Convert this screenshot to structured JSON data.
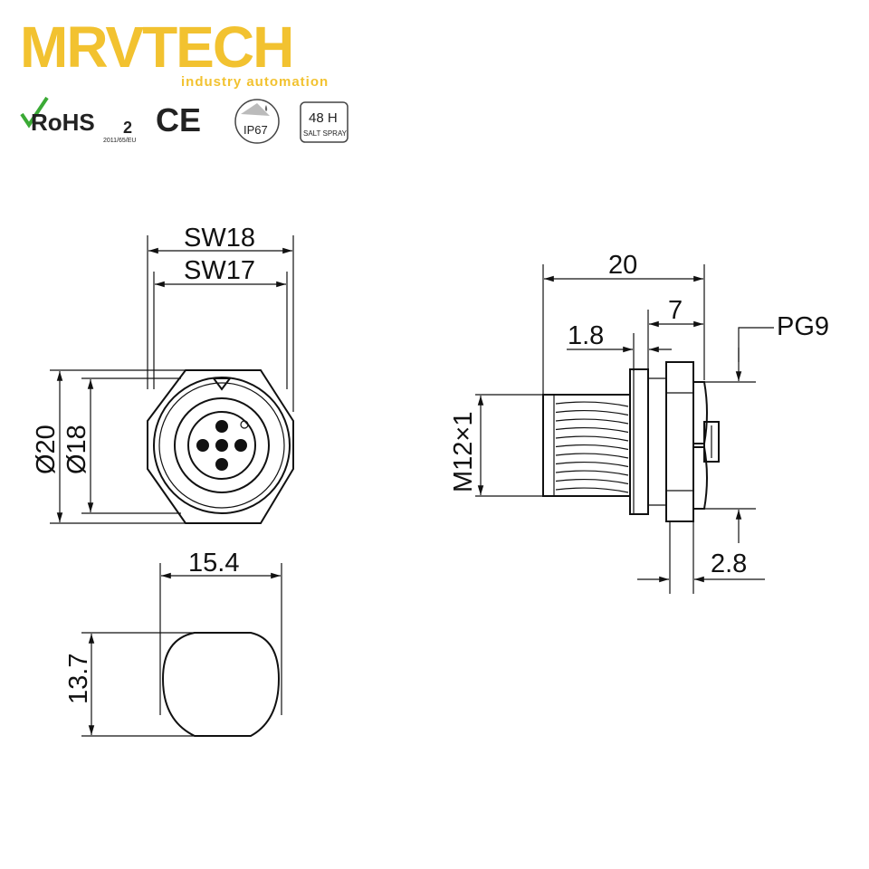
{
  "brand": {
    "name": "MRVTECH",
    "tagline": "industry automation"
  },
  "certifications": {
    "rohs": "RoHS",
    "rohs_sub": "2",
    "rohs_directive": "2011/65/EU",
    "ce": "CE",
    "ip": "IP67",
    "salt_hours": "48 H",
    "salt_label": "SALT SPRAY"
  },
  "dimensions": {
    "sw18": "SW18",
    "sw17": "SW17",
    "d20": "Ø20",
    "d18": "Ø18",
    "w154": "15.4",
    "h137": "13.7",
    "len20": "20",
    "len7": "7",
    "len18": "1.8",
    "thread": "M12×1",
    "pg9": "PG9",
    "len28": "2.8"
  },
  "colors": {
    "brand": "#f2c230",
    "line": "#111111",
    "rohs_check": "#3aaa35"
  }
}
